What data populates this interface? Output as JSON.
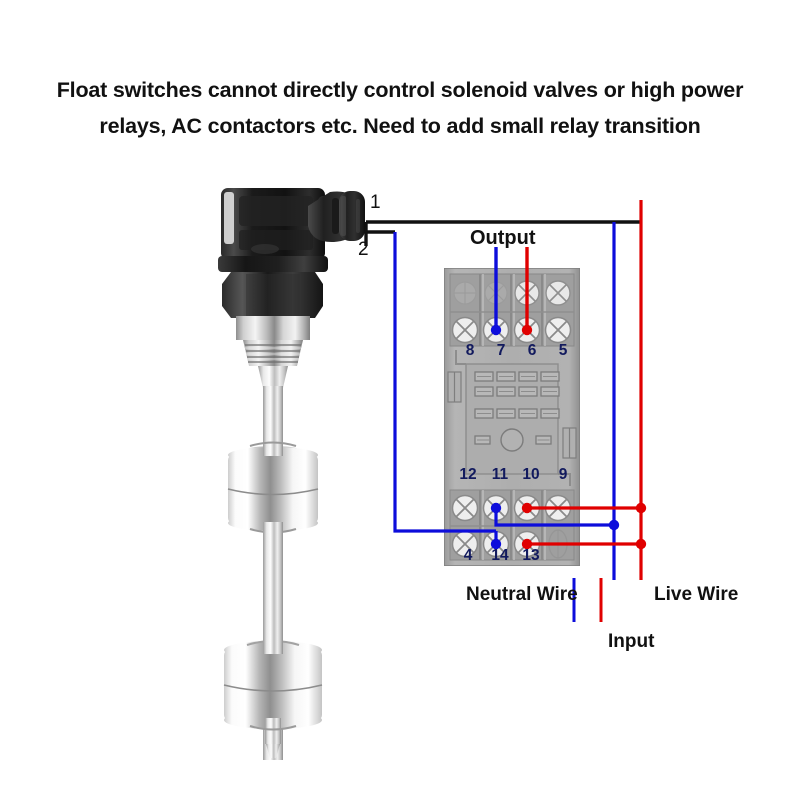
{
  "heading": {
    "line1": "Float switches cannot directly control solenoid valves or high power",
    "line2": "relays, AC contactors etc. Need to add small relay transition"
  },
  "float_switch": {
    "name": "vertical-float-level-switch",
    "lead_labels": [
      {
        "id": "1",
        "text": "1"
      },
      {
        "id": "2",
        "text": "2"
      }
    ],
    "parts": [
      "din-connector",
      "cable-gland-elbow",
      "hex-nut",
      "threaded-process-fitting",
      "stem",
      "upper-float",
      "lower-float"
    ]
  },
  "diagram": {
    "output_label": "Output",
    "neutral_label": "Neutral Wire",
    "live_label": "Live Wire",
    "input_label": "Input"
  },
  "relay_socket": {
    "name": "relay-socket-11-pin",
    "top_terminals": [
      {
        "label": "8",
        "wired": "none"
      },
      {
        "label": "7",
        "wired": "blue"
      },
      {
        "label": "6",
        "wired": "red"
      },
      {
        "label": "5",
        "wired": "none"
      }
    ],
    "bottom_upper_terminals": [
      {
        "label": "12",
        "wired": "none"
      },
      {
        "label": "11",
        "wired": "blue"
      },
      {
        "label": "10",
        "wired": "red"
      },
      {
        "label": "9",
        "wired": "none"
      }
    ],
    "bottom_lower_terminals": [
      {
        "label": "4",
        "wired": "none"
      },
      {
        "label": "14",
        "wired": "blue"
      },
      {
        "label": "13",
        "wired": "red"
      },
      {
        "label": "",
        "wired": "none"
      }
    ]
  },
  "colors": {
    "neutral_blue": "#0d0ddb",
    "live_red": "#e00000",
    "signal_black": "#111111",
    "terminal_text": "#121a5e",
    "socket_body": "#a8a8a8",
    "socket_body_dark": "#8d8d8d",
    "socket_body_light": "#bcbcbc"
  },
  "wires": [
    {
      "name": "float-lead-1-to-live",
      "color": "black",
      "from": "float-terminal-1",
      "to": "live-wire"
    },
    {
      "name": "float-lead-2-to-coil-14",
      "color": "blue",
      "from": "float-terminal-2",
      "to": "terminal-14"
    },
    {
      "name": "output-neutral-to-terminal-7",
      "color": "blue",
      "from": "output",
      "to": "terminal-7"
    },
    {
      "name": "output-live-to-terminal-6",
      "color": "red",
      "from": "output",
      "to": "terminal-6"
    },
    {
      "name": "terminal-11-to-neutral",
      "color": "blue",
      "from": "terminal-11",
      "to": "neutral-wire"
    },
    {
      "name": "terminal-10-to-live",
      "color": "red",
      "from": "terminal-10",
      "to": "live-wire"
    },
    {
      "name": "terminal-13-to-live",
      "color": "red",
      "from": "terminal-13",
      "to": "live-wire"
    }
  ]
}
